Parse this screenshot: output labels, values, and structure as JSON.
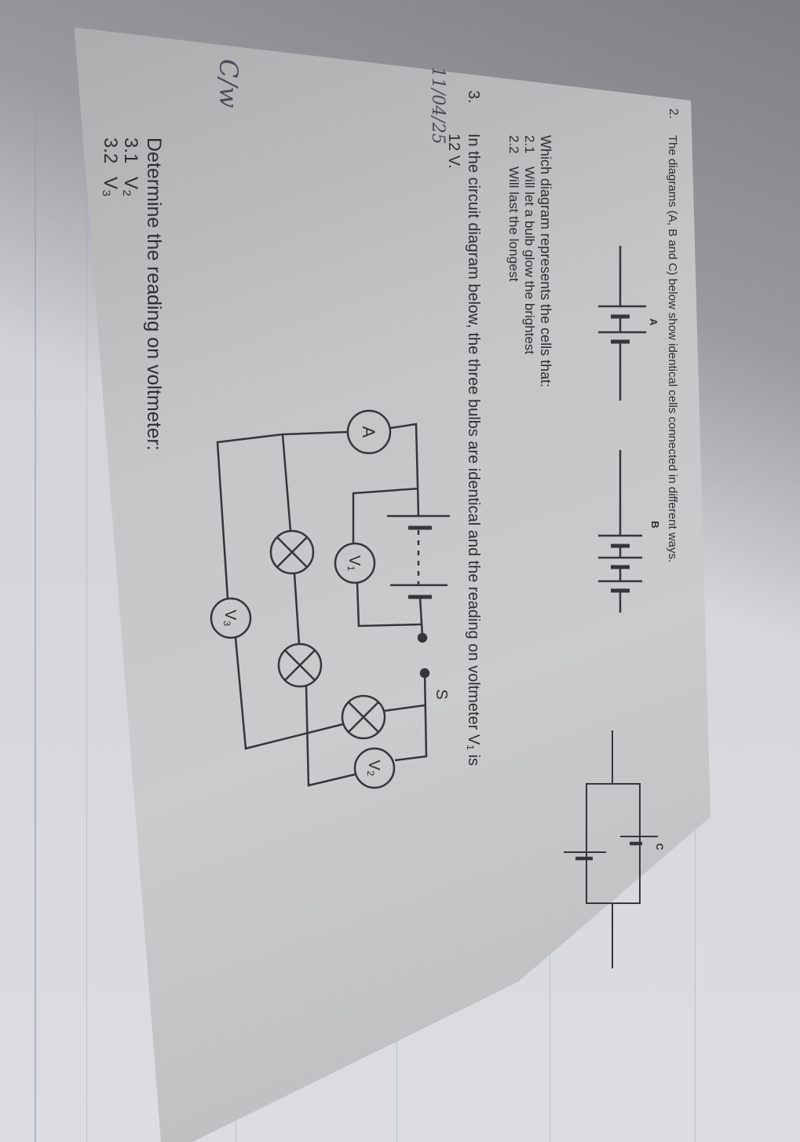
{
  "handwriting": {
    "classwork": "C/w",
    "date": "11/04/25"
  },
  "question2": {
    "number": "2.",
    "text": "The diagrams (A, B and C) below show identical cells connected in different ways.",
    "diagram_labels": [
      "A",
      "B",
      "C"
    ],
    "prompt": "Which diagram represents the cells that:",
    "parts": [
      {
        "number": "2.1",
        "text": "Will let a bulb glow the brightest"
      },
      {
        "number": "2.2",
        "text": "Will last the longest"
      }
    ]
  },
  "question3": {
    "number": "3.",
    "text_line1": "In the circuit diagram below, the three bulbs are identical and the reading on voltmeter V₁ is",
    "text_line2": "12 V.",
    "circuit_labels": {
      "ammeter": "A",
      "v1": "V₁",
      "v2": "V₂",
      "v3": "V₃",
      "switch": "S"
    },
    "prompt": "Determine the reading on voltmeter:",
    "parts": [
      {
        "number": "3.1",
        "text": "V₂"
      },
      {
        "number": "3.2",
        "text": "V₃"
      }
    ]
  },
  "colors": {
    "ink": "#2d2e31",
    "paper": "#c6c7c9",
    "notebook": "#d3d4d8"
  }
}
